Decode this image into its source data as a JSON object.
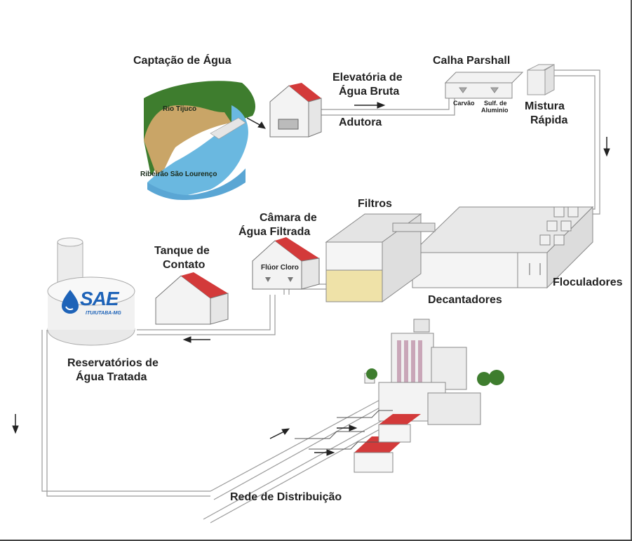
{
  "labels": {
    "captacao": "Captação de Água",
    "rio_tijuco": "Rio Tijuco",
    "ribeirao": "Ribeirão São Lourenço",
    "elevatoria_1": "Elevatória de",
    "elevatoria_2": "Água Bruta",
    "adutora": "Adutora",
    "calha": "Calha Parshall",
    "carvao": "Carvão",
    "sulf_1": "Sulf. de",
    "sulf_2": "Aluminio",
    "mistura_1": "Mistura",
    "mistura_2": "Rápida",
    "filtros": "Filtros",
    "camara_1": "Câmara de",
    "camara_2": "Água Filtrada",
    "fluor_cloro": "Flúor Cloro",
    "tanque_1": "Tanque de",
    "tanque_2": "Contato",
    "floculadores": "Floculadores",
    "decantadores": "Decantadores",
    "reservatorios_1": "Reservatórios de",
    "reservatorios_2": "Água Tratada",
    "rede": "Rede de Distribuição"
  },
  "logo": {
    "name": "SAE",
    "subtitle": "ITUIUTABA-MG"
  },
  "colors": {
    "roof": "#d33a3a",
    "water": "#6ab8e0",
    "pipe": "#cfcfcf",
    "logo": "#1e63b8",
    "filter_sand": "#efe2a8"
  }
}
